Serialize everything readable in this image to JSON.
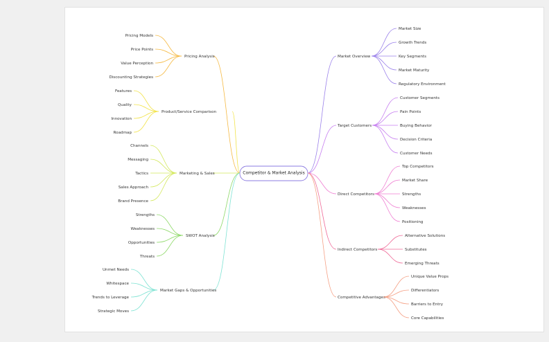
{
  "root": {
    "label": "Competitor & Market Analysis",
    "color": "#8b7be0"
  },
  "left_branches": [
    {
      "label": "Pricing Analysis",
      "color": "#f5b942",
      "children": [
        "Pricing Models",
        "Price Points",
        "Value Perception",
        "Discounting Strategies"
      ]
    },
    {
      "label": "Product/Service Comparison",
      "color": "#f2e34a",
      "children": [
        "Features",
        "Quality",
        "Innovation",
        "Roadmap"
      ]
    },
    {
      "label": "Marketing & Sales",
      "color": "#d3e85a",
      "children": [
        "Channels",
        "Messaging",
        "Tactics",
        "Sales Approach",
        "Brand Presence"
      ]
    },
    {
      "label": "SWOT Analysis",
      "color": "#8fd96a",
      "children": [
        "Strengths",
        "Weaknesses",
        "Opportunities",
        "Threats"
      ]
    },
    {
      "label": "Market Gaps & Opportunities",
      "color": "#7ee3d3",
      "children": [
        "Unmet Needs",
        "Whitespace",
        "Trends to Leverage",
        "Strategic Moves"
      ]
    }
  ],
  "right_branches": [
    {
      "label": "Market Overview",
      "color": "#9a80ea",
      "children": [
        "Market Size",
        "Growth Trends",
        "Key Segments",
        "Market Maturity",
        "Regulatory Environment"
      ]
    },
    {
      "label": "Target Customers",
      "color": "#c67ef0",
      "children": [
        "Customer Segments",
        "Pain Points",
        "Buying Behavior",
        "Decision Criteria",
        "Customer Needs"
      ]
    },
    {
      "label": "Direct Competitors",
      "color": "#ef7ed2",
      "children": [
        "Top Competitors",
        "Market Share",
        "Strengths",
        "Weaknesses",
        "Positioning"
      ]
    },
    {
      "label": "Indirect Competitors",
      "color": "#ef6a98",
      "children": [
        "Alternative Solutions",
        "Substitutes",
        "Emerging Threats"
      ]
    },
    {
      "label": "Competitive Advantages",
      "color": "#f5a085",
      "children": [
        "Unique Value Props",
        "Differentiators",
        "Barriers to Entry",
        "Core Capabilities"
      ]
    }
  ]
}
